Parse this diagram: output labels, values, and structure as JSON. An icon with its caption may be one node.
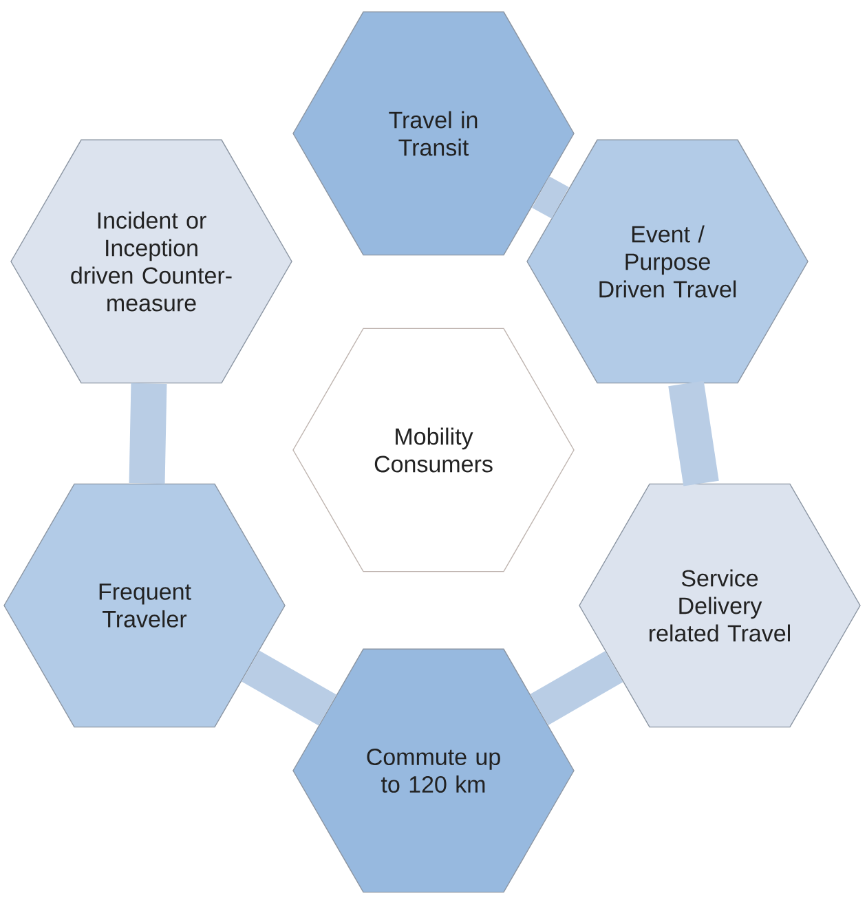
{
  "diagram": {
    "nodes": [
      {
        "text": [
          "Travel in Transit"
        ]
      },
      {
        "text": [
          "Incident or Inception driven Counter-measure"
        ]
      },
      {
        "text": [
          "Event / Purpose Driven Travel"
        ]
      },
      {
        "text": [
          "Mobility Consumers"
        ]
      },
      {
        "text": [
          "Frequent Traveler"
        ]
      },
      {
        "text": [
          "Service Delivery related Travel"
        ]
      },
      {
        "text": [
          "Commute up to 120 km"
        ]
      }
    ],
    "edges": [
      {
        "from": 0,
        "to": 2,
        "arrow": "none"
      },
      {
        "from": 2,
        "to": 5,
        "arrow": "none"
      },
      {
        "from": 5,
        "to": 6,
        "arrow": "none"
      },
      {
        "from": 6,
        "to": 4,
        "arrow": "none"
      },
      {
        "from": 4,
        "to": 1,
        "arrow": "none"
      }
    ]
  }
}
